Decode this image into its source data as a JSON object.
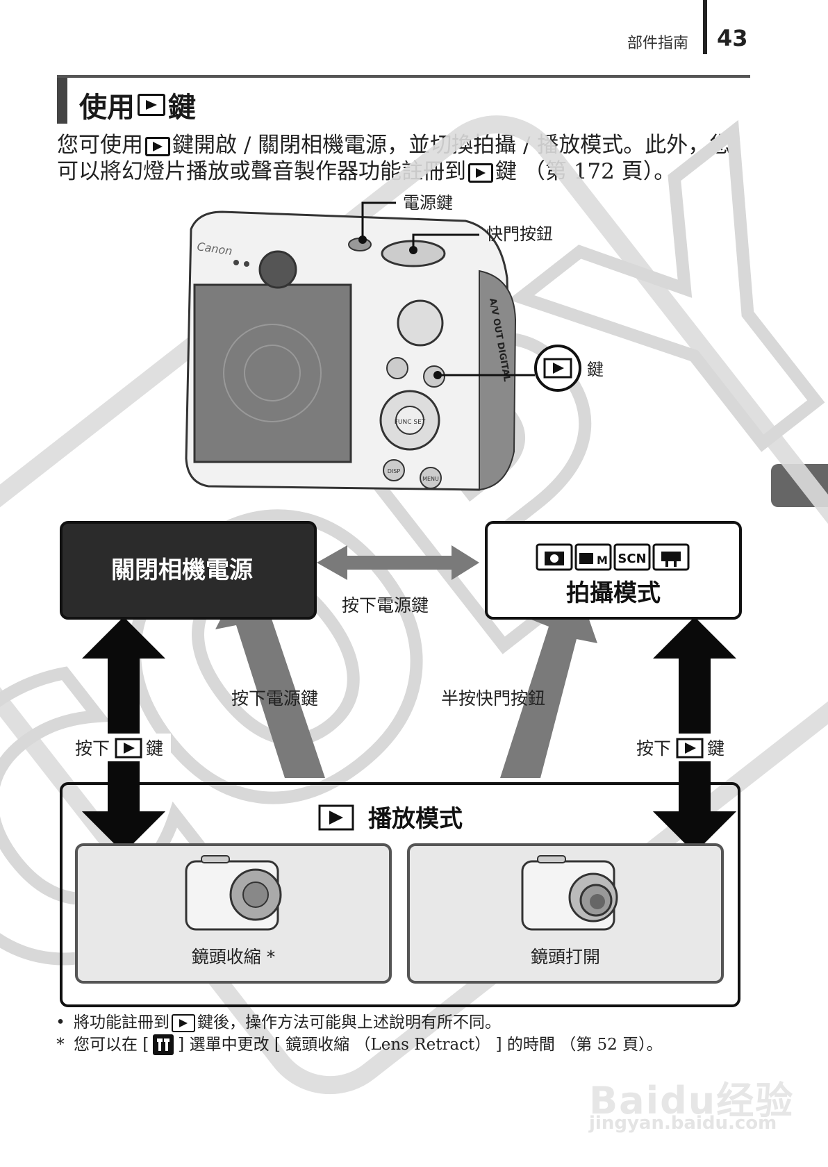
{
  "header": {
    "section_label": "部件指南",
    "page_number": "43"
  },
  "title": {
    "prefix": "使用",
    "suffix": "鍵",
    "icon": "playback-icon"
  },
  "intro": {
    "line1_a": "您可使用",
    "line1_b": "鍵開啟 / 關閉相機電源，並切換拍攝 / 播放模式。此外，您",
    "line2_a": "可以將幻燈片播放或聲音製作器功能註冊到",
    "line2_b": "鍵 （第 172 頁）。"
  },
  "camera": {
    "callout_power": "電源鍵",
    "callout_shutter": "快門按鈕",
    "callout_play_key": "鍵",
    "brand": "Canon",
    "port_label": "A/V OUT DIGITAL",
    "btn_func": "FUNC SET",
    "btn_disp": "DISP",
    "btn_menu": "MENU"
  },
  "diagram": {
    "power_off_box": "關閉相機電源",
    "shoot_mode_box": "拍攝模式",
    "shoot_icons": [
      "camera-icon",
      "camera-m-icon",
      "SCN",
      "movie-icon"
    ],
    "scn_label": "SCN",
    "arrow_top_label": "按下電源鍵",
    "arrow_left_diag_label": "按下電源鍵",
    "arrow_right_diag_label": "半按快門按鈕",
    "arrow_left_vert_a": "按下",
    "arrow_left_vert_b": "鍵",
    "arrow_right_vert_a": "按下",
    "arrow_right_vert_b": "鍵",
    "playback_box": "播放模式",
    "lens_retracted": "鏡頭收縮 *",
    "lens_open": "鏡頭打開"
  },
  "notes": {
    "bullet1_a": "將功能註冊到",
    "bullet1_b": "鍵後，操作方法可能與上述說明有所不同。",
    "star_mark": "*",
    "bullet2_a": "您可以在 [",
    "bullet2_b": "] 選單中更改 [ 鏡頭收縮 （Lens Retract） ] 的時間 （第 52 頁）。"
  },
  "watermark": {
    "copy_text": "COPY",
    "logo": "Baidu经验",
    "url": "jingyan.baidu.com"
  },
  "colors": {
    "power_box": "#2b2b2b",
    "gray_arrow": "#7a7a7a",
    "inner_box": "#e8e8e8"
  }
}
